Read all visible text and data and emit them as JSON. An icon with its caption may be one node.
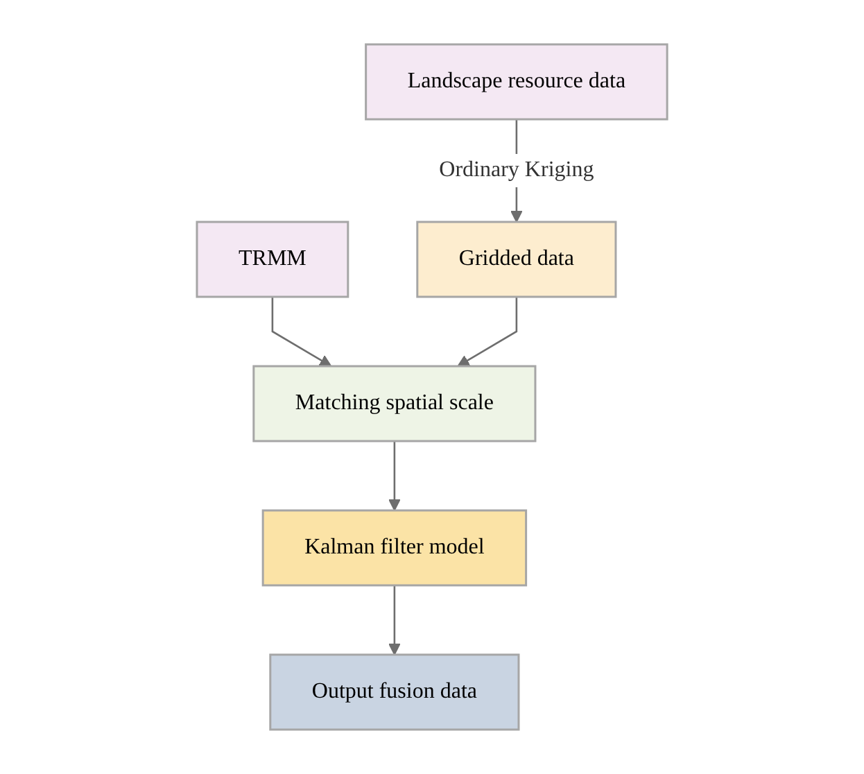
{
  "diagram": {
    "nodes": [
      {
        "text": [
          "TRMM"
        ]
      },
      {
        "text": [
          "Landscape resource data"
        ]
      },
      {
        "text": [
          "Gridded data"
        ]
      },
      {
        "text": [
          "Matching spatial scale"
        ]
      },
      {
        "text": [
          "Kalman filter model"
        ]
      },
      {
        "text": [
          "Output fusion data"
        ]
      }
    ],
    "edges": [
      {
        "from": 1,
        "to": 2,
        "arrow": "to",
        "label": "Ordinary Kriging"
      },
      {
        "from": 0,
        "to": 3,
        "arrow": "to"
      },
      {
        "from": 2,
        "to": 3,
        "arrow": "to"
      },
      {
        "from": 3,
        "to": 4,
        "arrow": "to"
      },
      {
        "from": 4,
        "to": 5,
        "arrow": "to"
      }
    ]
  }
}
